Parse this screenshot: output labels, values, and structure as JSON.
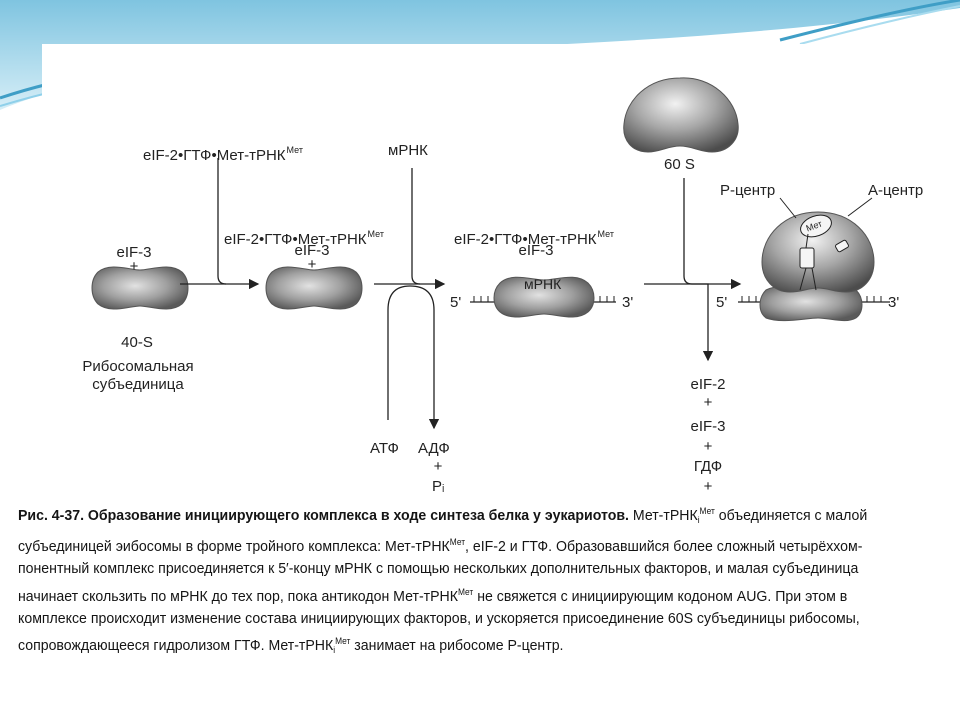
{
  "colors": {
    "banner_dark": "#3f9ec6",
    "banner_light": "#bfe3f1",
    "shape_fill": "#8c8c8c",
    "ink": "#222222"
  },
  "diagram": {
    "complex_top_label": "eIF-2•ГТФ•Мет-тРНК",
    "complex_top_sup": "Мет",
    "eif3_left": "eIF-3",
    "plus": "+",
    "subunit_40s": "40-S",
    "subunit_caption_line1": "Рибосомальная",
    "subunit_caption_line2": "субъединица",
    "complex_mid_label": "eIF-2•ГТФ•Мет-тРНК",
    "complex_mid_sup": "Мет",
    "eif3_mid": "eIF-3",
    "mrna_top": "мРНК",
    "atp": "АТФ",
    "adp": "АДФ",
    "pi": "Pᵢ",
    "complex_right_label": "eIF-2•ГТФ•Мет-тРНК",
    "complex_right_sup": "Мет",
    "eif3_right": "eIF-3",
    "mrna_on_subunit": "мРНК",
    "five_prime": "5'",
    "three_prime": "3'",
    "large_subunit": "60 S",
    "p_site": "Р-центр",
    "a_site": "А-центр",
    "met": "Мет",
    "released_eif2": "eIF-2",
    "released_eif3": "eIF-3",
    "released_gdp": "ГДФ"
  },
  "caption": {
    "lead": "Рис. 4-37. Образование инициирующего комплекса в ходе синтеза белка у эукариотов.",
    "p1": " Мет-тРНК",
    "p1_sub": "i",
    "p1_sup": "Мет",
    "p2": " объединяется с малой субъединицей эибосомы в форме тройного комплекса: Мет-тРНК",
    "p2_sup": "Мет",
    "p3": ", eIF-2 и ГТФ. Образовавшийся более сложный четырёххом-понентный комплекс присоединяется к 5′-концу мРНК с помощью нескольких дополнительных факторов, и малая субъединица начинает скользить по мРНК до тех пор, пока антикодон Мет-тРНК",
    "p3_sup": "Мет",
    "p4": " не свяжется с инициирующим кодоном AUG. При этом в комплексе происходит изменение состава инициирующих факторов, и ускоряется присоединение 60S субъединицы рибосомы, сопровождающееся гидролизом ГТФ. Мет-тРНК",
    "p4_sub": "i",
    "p4_sup": "Мет",
    "p5": " занимает на рибосоме Р-центр."
  }
}
